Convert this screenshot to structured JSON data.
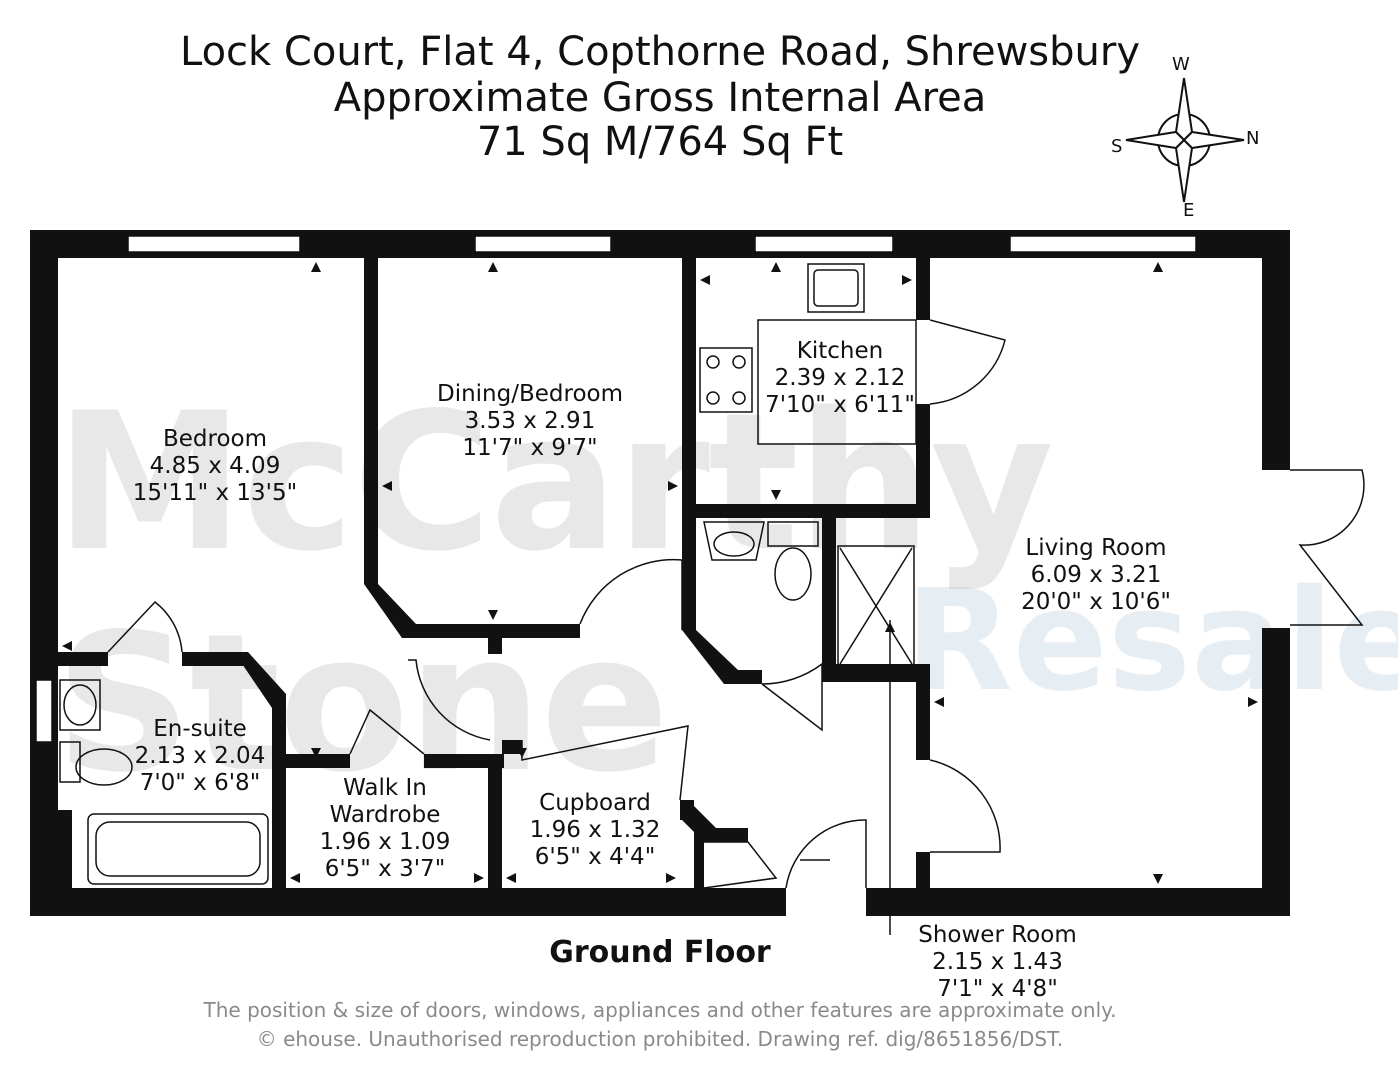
{
  "title": {
    "line1": "Lock Court, Flat 4, Copthorne Road, Shrewsbury",
    "line2": "Approximate Gross Internal Area",
    "line3": "71 Sq M/764 Sq Ft"
  },
  "compass": {
    "north": "N",
    "south": "S",
    "east": "E",
    "west": "W"
  },
  "watermark": {
    "line1": "McCarthy Stone",
    "line2": "Resales"
  },
  "rooms": {
    "bedroom": {
      "name": "Bedroom",
      "metric": "4.85 x 4.09",
      "imperial": "15'11\" x 13'5\""
    },
    "dining": {
      "name": "Dining/Bedroom",
      "metric": "3.53 x 2.91",
      "imperial": "11'7\" x 9'7\""
    },
    "kitchen": {
      "name": "Kitchen",
      "metric": "2.39 x 2.12",
      "imperial": "7'10\" x 6'11\""
    },
    "living": {
      "name": "Living Room",
      "metric": "6.09 x 3.21",
      "imperial": "20'0\" x 10'6\""
    },
    "ensuite": {
      "name": "En-suite",
      "metric": "2.13 x 2.04",
      "imperial": "7'0\" x 6'8\""
    },
    "wardrobe": {
      "name1": "Walk In",
      "name2": "Wardrobe",
      "metric": "1.96 x 1.09",
      "imperial": "6'5\" x 3'7\""
    },
    "cupboard": {
      "name": "Cupboard",
      "metric": "1.96 x 1.32",
      "imperial": "6'5\" x 4'4\""
    },
    "shower": {
      "name": "Shower Room",
      "metric": "2.15 x 1.43",
      "imperial": "7'1\" x 4'8\""
    }
  },
  "floor_label": "Ground Floor",
  "footer": {
    "line1": "The position & size of doors, windows, appliances and other features are approximate only.",
    "line2": "© ehouse. Unauthorised reproduction prohibited. Drawing ref. dig/8651856/DST."
  }
}
